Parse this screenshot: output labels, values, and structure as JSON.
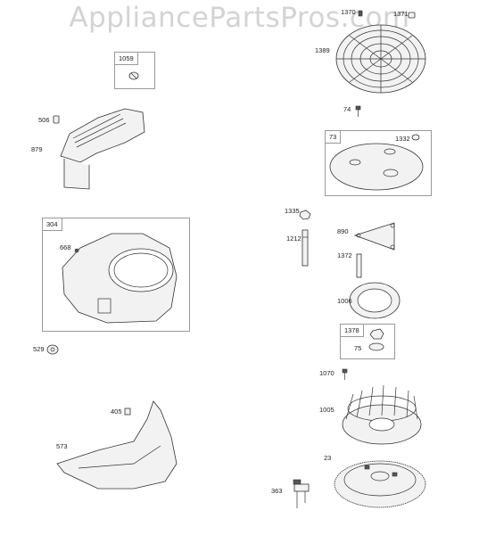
{
  "watermark": "AppliancePartsPros.com",
  "boxes": {
    "b1059": "1059",
    "b304": "304",
    "b73": "73",
    "b1378": "1378"
  },
  "labels": {
    "l1370": "1370",
    "l1371": "1371",
    "l1389": "1389",
    "l506": "506",
    "l879": "879",
    "l74": "74",
    "l1332": "1332",
    "l668": "668",
    "l1335": "1335",
    "l890": "890",
    "l1212": "1212",
    "l1372": "1372",
    "l1006": "1006",
    "l529": "529",
    "l75": "75",
    "l1070": "1070",
    "l405": "405",
    "l1005": "1005",
    "l573": "573",
    "l23": "23",
    "l363": "363"
  }
}
